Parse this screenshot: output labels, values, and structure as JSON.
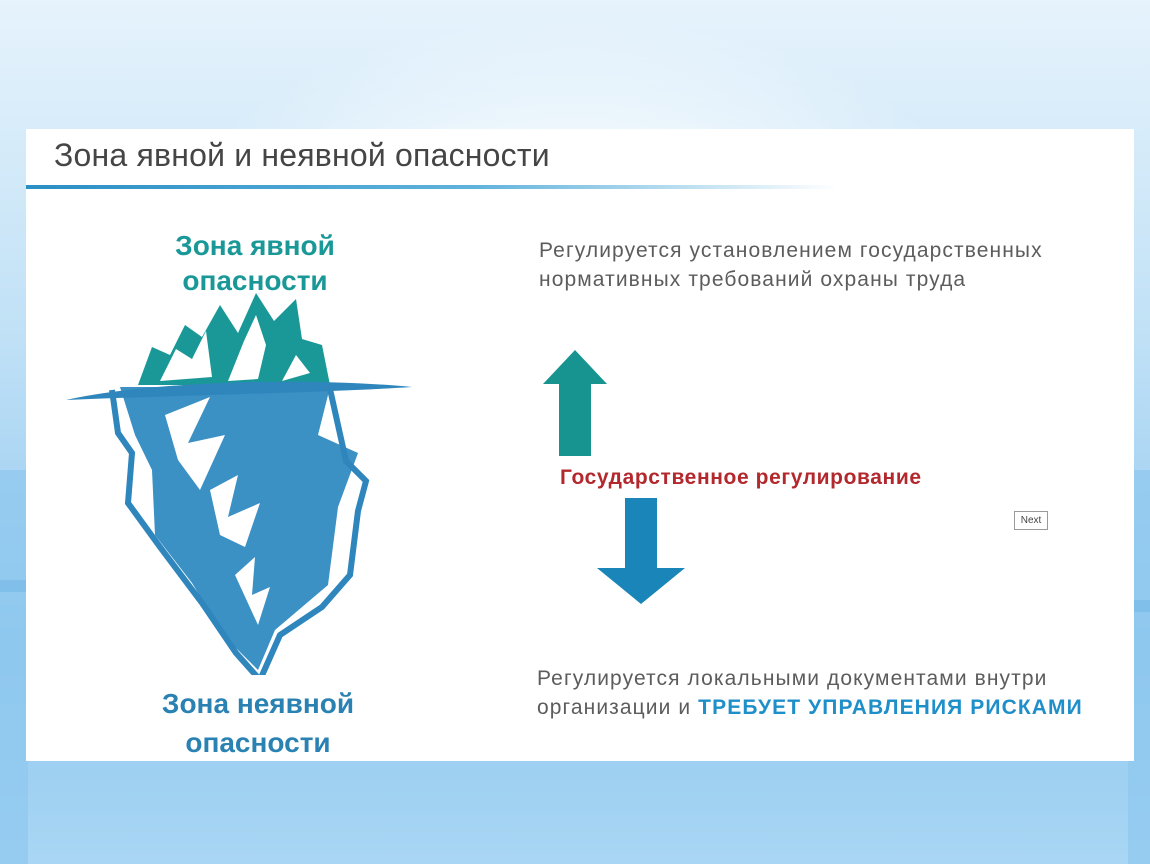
{
  "slide": {
    "title": "Зона явной и неявной опасности",
    "zone_top": "Зона явной опасности",
    "zone_bottom": "Зона неявной опасности",
    "desc_top": "Регулируется установлением государственных нормативных требований охраны труда",
    "desc_bottom_prefix": "Регулируется локальными документами внутри организации и ",
    "desc_bottom_accent": "ТРЕБУЕТ УПРАВЛЕНИЯ РИСКАМИ",
    "center_label": "Государственное регулирование",
    "next_label": "Next"
  },
  "colors": {
    "teal": "#1a9898",
    "blue": "#2a82b3",
    "arrow_up": "#17948f",
    "arrow_down": "#1a85b8",
    "label_red": "#b3282d"
  }
}
